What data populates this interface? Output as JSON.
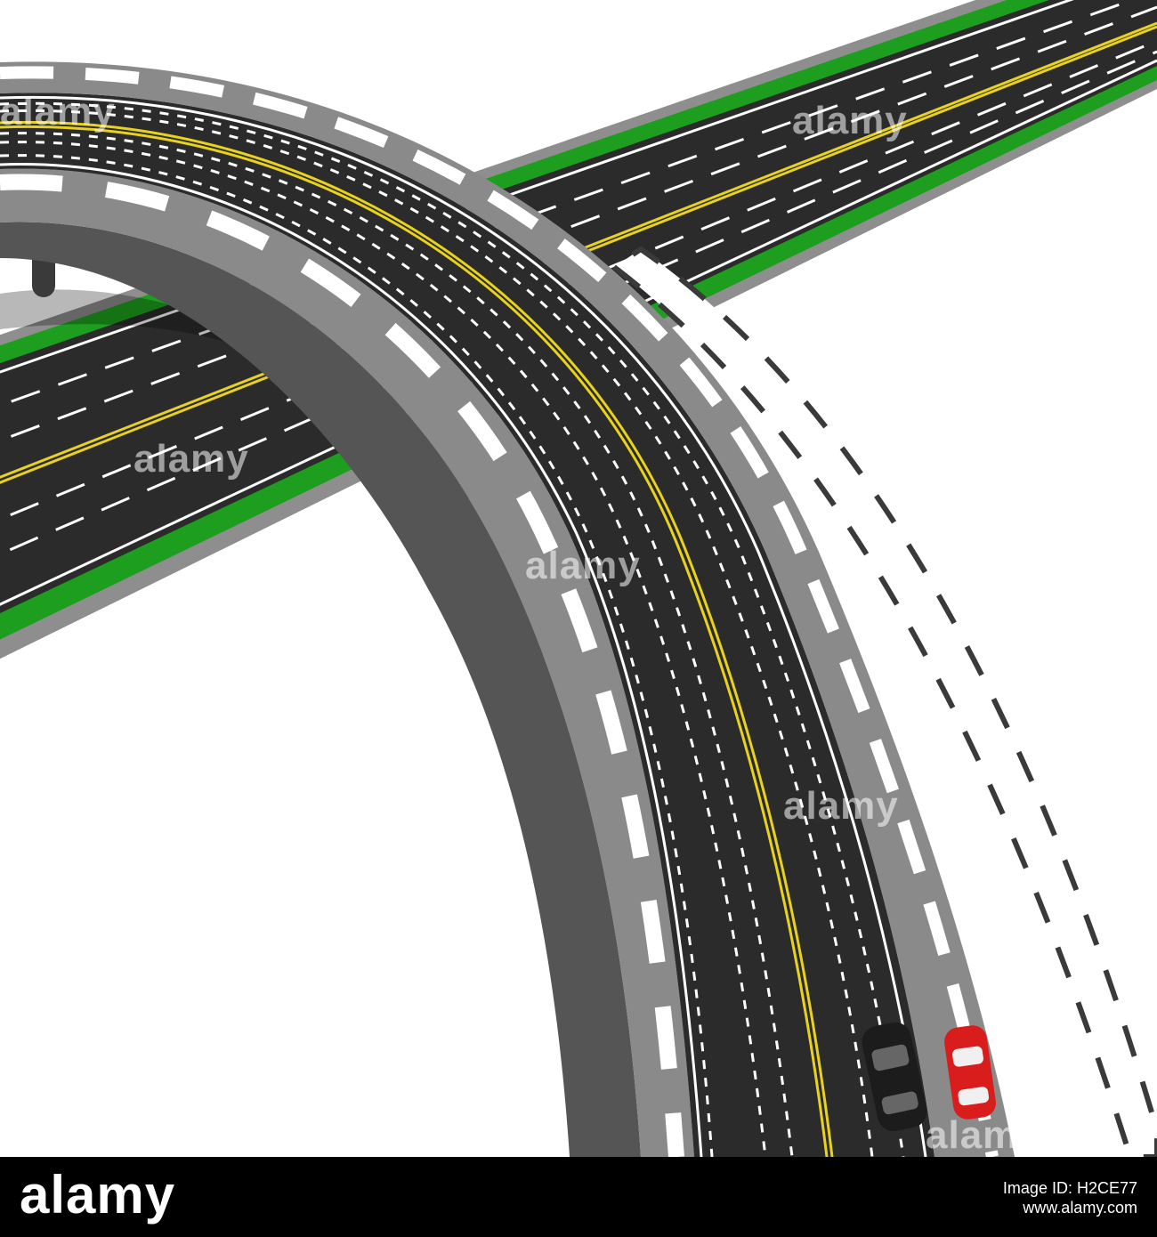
{
  "watermark": {
    "text": "alamy"
  },
  "footer": {
    "logo": "alamy",
    "image_id_label": "Image ID: H2CE77",
    "site": "www.alamy.com"
  },
  "colors": {
    "asphalt": "#2b2b2b",
    "lane_marking": "#ffffff",
    "center_line": "#e8d21f",
    "verge_green": "#1e9e1e",
    "bridge_gray": "#8a8a8a",
    "bridge_dark": "#555555",
    "car_dark": "#1c1c1c",
    "car_red": "#d91c1c",
    "footer_bg": "#000000"
  }
}
